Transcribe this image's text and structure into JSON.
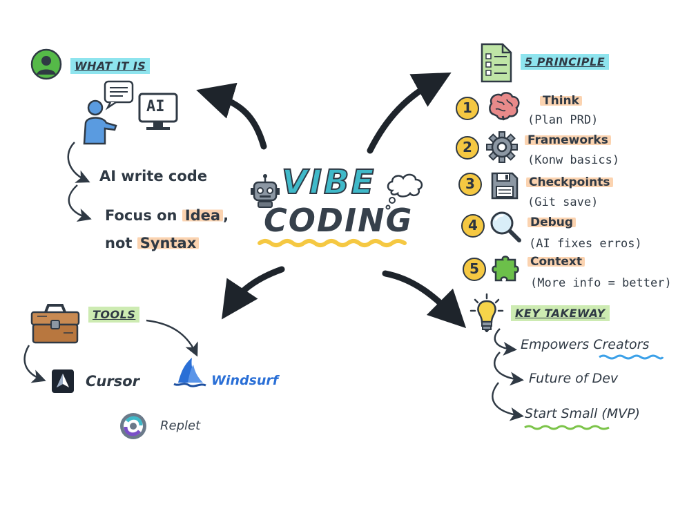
{
  "title": {
    "line1": "VIBE",
    "line2": "CODING"
  },
  "what_it_is": {
    "heading": "WHAT IT IS",
    "ai_label": "AI",
    "items": [
      "AI write code",
      "Focus on",
      "Idea",
      ",",
      "not",
      "Syntax"
    ]
  },
  "principles": {
    "heading": "5 PRINCIPLE",
    "items": [
      {
        "num": "1",
        "title": "Think",
        "sub": "(Plan PRD)",
        "icon": "brain-icon"
      },
      {
        "num": "2",
        "title": "Frameworks",
        "sub": "(Konw basics)",
        "icon": "gear-icon"
      },
      {
        "num": "3",
        "title": "Checkpoints",
        "sub": "(Git save)",
        "icon": "floppy-disk-icon"
      },
      {
        "num": "4",
        "title": "Debug",
        "sub": "(AI fixes erros)",
        "icon": "magnifier-icon"
      },
      {
        "num": "5",
        "title": "Context",
        "sub": "(More info = better)",
        "icon": "puzzle-icon"
      }
    ]
  },
  "tools": {
    "heading": "TOOLS",
    "items": [
      "Cursor",
      "Windsurf",
      "Replet"
    ]
  },
  "takeaway": {
    "heading": "KEY TAKEWAY",
    "items": [
      "Empowers",
      "Creators",
      "Future of Dev",
      "Start Small",
      "(MVP)"
    ]
  },
  "colors": {
    "ink": "#2f3944",
    "cyan": "#8ee4ee",
    "green_hl": "#cdebb2",
    "orange_hl": "#fbd3b0",
    "yellow": "#f5c842",
    "teal_title": "#3fb9c9",
    "windsurf_blue": "#2a6fd6"
  }
}
